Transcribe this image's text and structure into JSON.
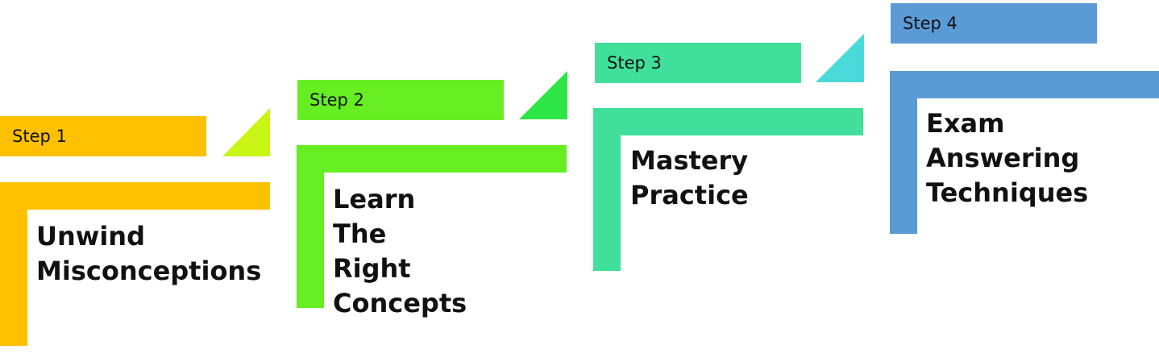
{
  "colors": {
    "step1": "#FFC000",
    "step1_triangle": "#C9F515",
    "step2": "#66EE22",
    "step2_triangle": "#2EE645",
    "step3": "#40E09A",
    "step3_triangle": "#4AD9D9",
    "step4": "#5B9BD5",
    "text": "#111111"
  },
  "steps": [
    {
      "label": "Step 1",
      "title_lines": [
        "Unwind",
        "Misconceptions"
      ]
    },
    {
      "label": "Step 2",
      "title_lines": [
        "Learn The Right",
        "Concepts"
      ]
    },
    {
      "label": "Step 3",
      "title_lines": [
        "Mastery",
        "Practice"
      ]
    },
    {
      "label": "Step 4",
      "title_lines": [
        "Exam",
        "Answering",
        "Techniques"
      ]
    }
  ]
}
